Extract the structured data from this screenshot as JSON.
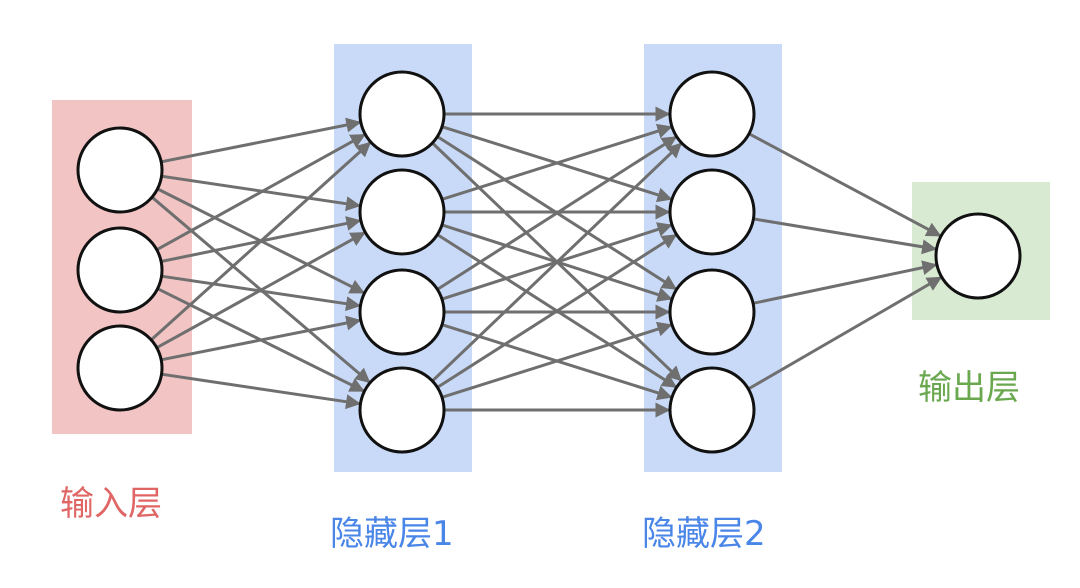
{
  "diagram": {
    "type": "feedforward-neural-network",
    "layers": [
      {
        "label": "输入层",
        "neurons": 3,
        "color": "#e06666",
        "fill": "#f2c4c4"
      },
      {
        "label": "隐藏层1",
        "neurons": 4,
        "color": "#4a86e8",
        "fill": "#c9daf8"
      },
      {
        "label": "隐藏层2",
        "neurons": 4,
        "color": "#4a86e8",
        "fill": "#c9daf8"
      },
      {
        "label": "输出层",
        "neurons": 1,
        "color": "#6aa84f",
        "fill": "#d9ead3"
      }
    ],
    "connections": "fully-connected"
  }
}
